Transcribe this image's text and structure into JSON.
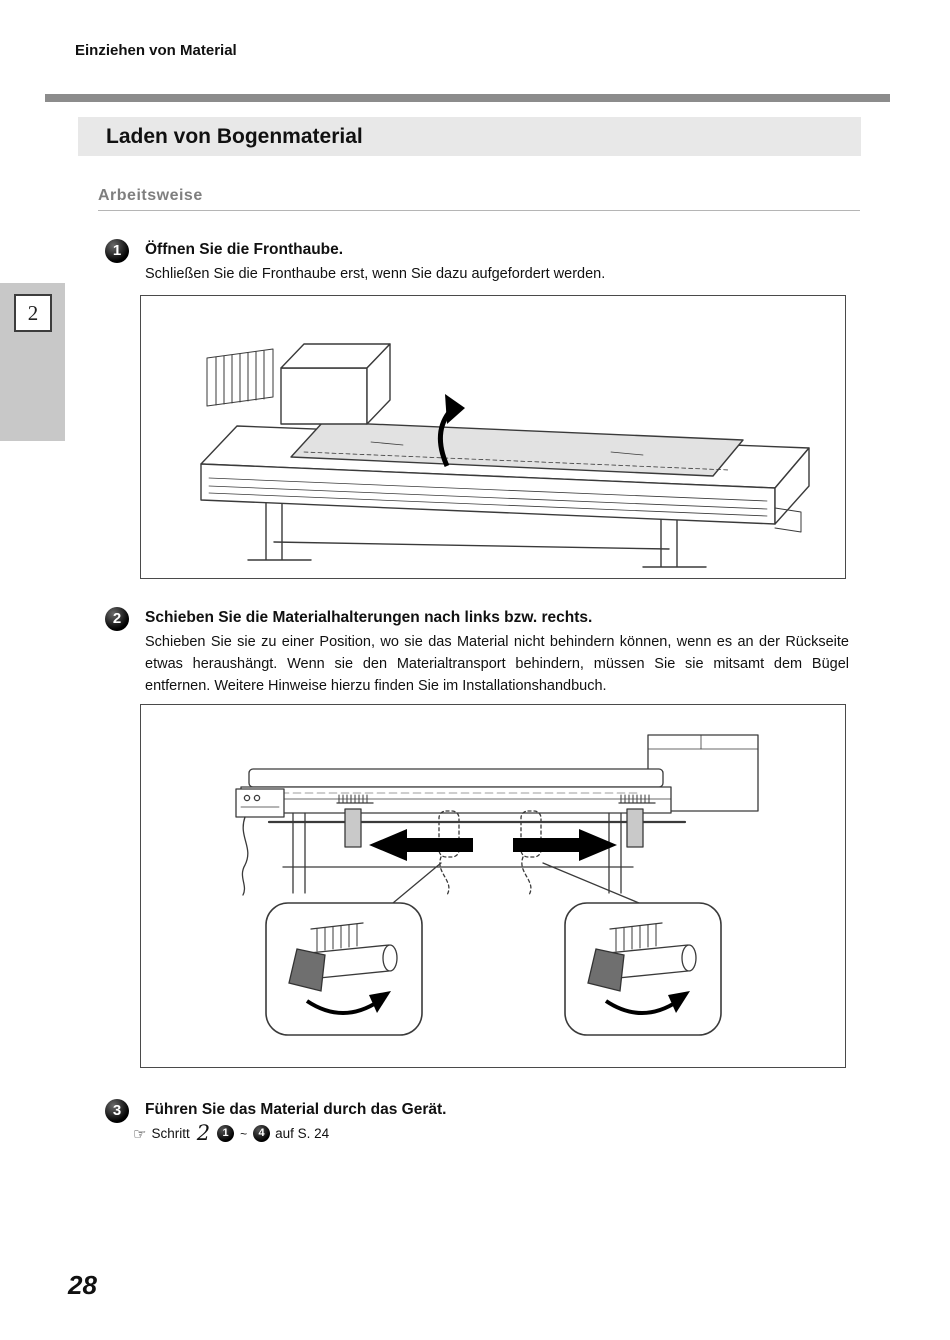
{
  "header": {
    "breadcrumb": "Einziehen von Material"
  },
  "chapter_tab": {
    "number": "2"
  },
  "section": {
    "title": "Laden von Bogenmaterial"
  },
  "subsection": {
    "title": "Arbeitsweise"
  },
  "steps": [
    {
      "number": "1",
      "title": "Öffnen Sie die Fronthaube.",
      "body": "Schließen Sie die Fronthaube erst, wenn Sie dazu aufgefordert werden."
    },
    {
      "number": "2",
      "title": "Schieben Sie die Materialhalterungen nach links bzw. rechts.",
      "body": "Schieben Sie sie zu einer Position, wo sie das Material nicht behindern können, wenn es an der Rückseite etwas heraushängt. Wenn sie den Materialtransport behindern, müssen Sie sie mitsamt dem Bügel entfernen. Weitere Hinweise hierzu finden Sie im Installationshandbuch."
    },
    {
      "number": "3",
      "title": "Führen Sie das Material durch das Gerät.",
      "reference": {
        "hand": "☞",
        "label": "Schritt",
        "step_number": "2",
        "range_start": "1",
        "range_separator": "~",
        "range_end": "4",
        "suffix": "auf S. 24"
      }
    }
  ],
  "footer": {
    "page_number": "28"
  }
}
